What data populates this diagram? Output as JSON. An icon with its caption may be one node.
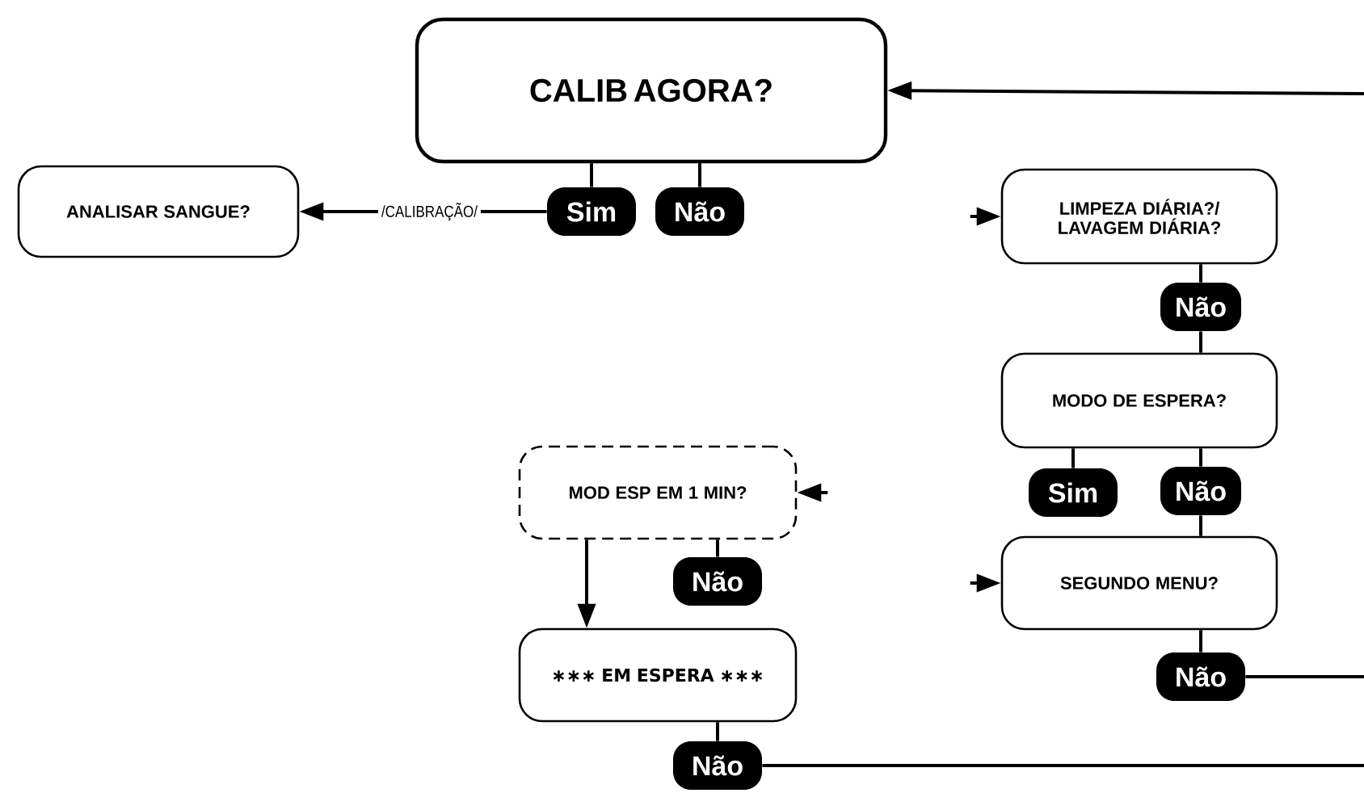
{
  "diagram": {
    "nodes": [
      {
        "text": [
          "CALIB AGORA?"
        ]
      },
      {
        "text": [
          "Sim"
        ]
      },
      {
        "text": [
          "Não"
        ]
      },
      {
        "text": [
          "ANALISAR SANGUE?"
        ]
      },
      {
        "text": [
          "LIMPEZA DIÁRIA?/ LAVAGEM DIÁRIA?"
        ]
      },
      {
        "text": [
          "Não"
        ]
      },
      {
        "text": [
          "MODO DE ESPERA?"
        ]
      },
      {
        "text": [
          "Sim"
        ]
      },
      {
        "text": [
          "Não"
        ]
      },
      {
        "text": [
          "MOD ESP EM 1 MIN?"
        ]
      },
      {
        "text": [
          "Não"
        ]
      },
      {
        "text": [
          "SEGUNDO MENU?"
        ]
      },
      {
        "text": [
          "Não"
        ]
      },
      {
        "text": [
          "∗∗∗ EM ESPERA ∗∗∗"
        ]
      },
      {
        "text": [
          "Não"
        ]
      }
    ],
    "edges": [
      {
        "from": 0,
        "to": 1,
        "arrow": "none"
      },
      {
        "from": 0,
        "to": 2,
        "arrow": "none"
      },
      {
        "from": 1,
        "to": 3,
        "arrow": "to",
        "label": "/CALIBRAÇÃO/"
      },
      {
        "from": null,
        "to": 4,
        "arrow": "to"
      },
      {
        "from": 4,
        "to": 5,
        "arrow": "none"
      },
      {
        "from": 5,
        "to": 6,
        "arrow": "none"
      },
      {
        "from": 6,
        "to": 7,
        "arrow": "none"
      },
      {
        "from": 6,
        "to": 8,
        "arrow": "none"
      },
      {
        "from": 8,
        "to": 11,
        "arrow": "none"
      },
      {
        "from": null,
        "to": 9,
        "arrow": "to"
      },
      {
        "from": 9,
        "to": 10,
        "arrow": "none"
      },
      {
        "from": 9,
        "to": 13,
        "arrow": "to"
      },
      {
        "from": null,
        "to": 11,
        "arrow": "to"
      },
      {
        "from": 11,
        "to": 12,
        "arrow": "none"
      },
      {
        "from": 13,
        "to": 14,
        "arrow": "none"
      },
      {
        "from": 12,
        "to": null,
        "arrow": "none"
      },
      {
        "from": 14,
        "to": null,
        "arrow": "none"
      },
      {
        "from": null,
        "to": 0,
        "arrow": "to"
      }
    ]
  }
}
